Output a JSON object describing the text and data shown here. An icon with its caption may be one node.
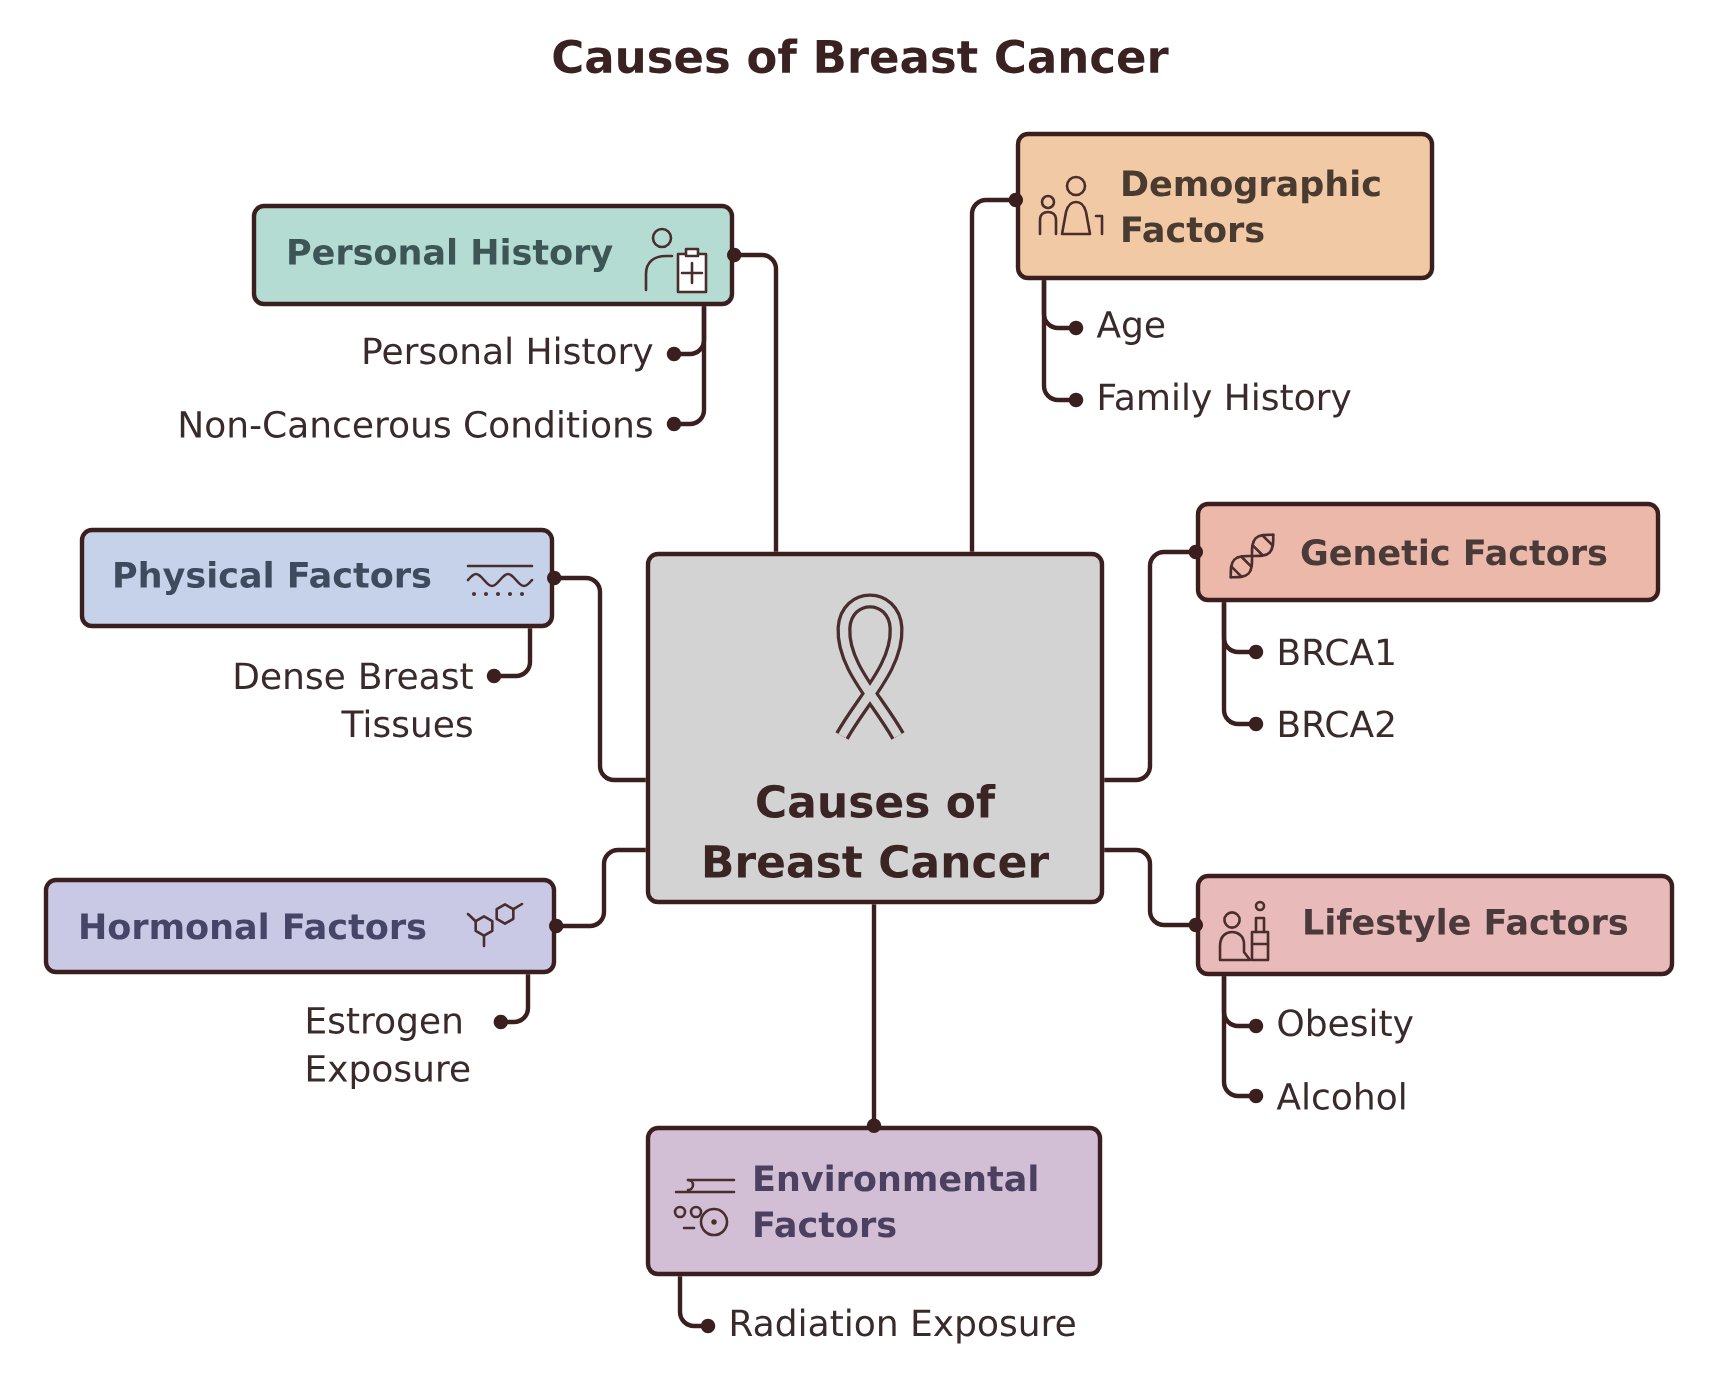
{
  "diagram": {
    "title": "Causes of Breast Cancer",
    "nodes": [
      {
        "text": [
          "Causes of Breast Cancer"
        ]
      },
      {
        "text": [
          "Personal History"
        ]
      },
      {
        "text": [
          "Personal History"
        ]
      },
      {
        "text": [
          "Non-Cancerous Conditions"
        ]
      },
      {
        "text": [
          "Demographic Factors"
        ]
      },
      {
        "text": [
          "Age"
        ]
      },
      {
        "text": [
          "Family History"
        ]
      },
      {
        "text": [
          "Physical Factors"
        ]
      },
      {
        "text": [
          "Dense Breast Tissues"
        ]
      },
      {
        "text": [
          "Genetic Factors"
        ]
      },
      {
        "text": [
          "BRCA1"
        ]
      },
      {
        "text": [
          "BRCA2"
        ]
      },
      {
        "text": [
          "Hormonal Factors"
        ]
      },
      {
        "text": [
          "Estrogen Exposure"
        ]
      },
      {
        "text": [
          "Lifestyle Factors"
        ]
      },
      {
        "text": [
          "Obesity"
        ]
      },
      {
        "text": [
          "Alcohol"
        ]
      },
      {
        "text": [
          "Environmental Factors"
        ]
      },
      {
        "text": [
          "Radiation Exposure"
        ]
      }
    ],
    "edges": [
      {
        "from": 0,
        "to": 1,
        "arrow": "other"
      },
      {
        "from": 0,
        "to": 4,
        "arrow": "other"
      },
      {
        "from": 0,
        "to": 7,
        "arrow": "other"
      },
      {
        "from": 0,
        "to": 9,
        "arrow": "other"
      },
      {
        "from": 0,
        "to": 12,
        "arrow": "other"
      },
      {
        "from": 0,
        "to": 14,
        "arrow": "other"
      },
      {
        "from": 0,
        "to": 17,
        "arrow": "other"
      },
      {
        "from": 1,
        "to": 2,
        "arrow": "other"
      },
      {
        "from": 1,
        "to": 3,
        "arrow": "other"
      },
      {
        "from": 4,
        "to": 5,
        "arrow": "other"
      },
      {
        "from": 4,
        "to": 6,
        "arrow": "other"
      },
      {
        "from": 7,
        "to": 8,
        "arrow": "other"
      },
      {
        "from": 9,
        "to": 10,
        "arrow": "other"
      },
      {
        "from": 9,
        "to": 11,
        "arrow": "other"
      },
      {
        "from": 12,
        "to": 13,
        "arrow": "other"
      },
      {
        "from": 14,
        "to": 15,
        "arrow": "other"
      },
      {
        "from": 14,
        "to": 16,
        "arrow": "other"
      },
      {
        "from": 17,
        "to": 18,
        "arrow": "other"
      }
    ]
  }
}
